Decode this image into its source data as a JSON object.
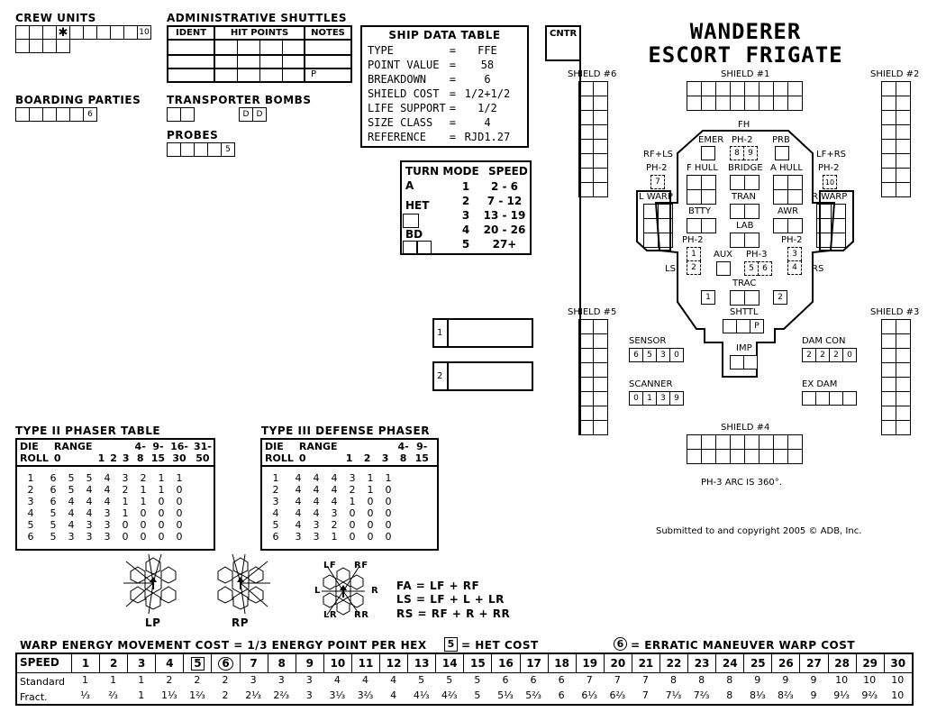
{
  "title": {
    "line1": "WANDERER",
    "line2": "ESCORT FRIGATE"
  },
  "crew_units": {
    "label": "CREW UNITS",
    "marked": "✱",
    "last": "10"
  },
  "boarding_parties": {
    "label": "BOARDING PARTIES",
    "last": "6"
  },
  "admin_shuttles": {
    "label": "ADMINISTRATIVE SHUTTLES",
    "cols": [
      "IDENT",
      "HIT POINTS",
      "NOTES"
    ],
    "note_mark": "P"
  },
  "transporter_bombs": {
    "label": "TRANSPORTER BOMBS",
    "mark1": "D",
    "mark2": "D"
  },
  "probes": {
    "label": "PROBES",
    "last": "5"
  },
  "ship_data": {
    "title": "SHIP DATA TABLE",
    "rows": [
      {
        "k": "TYPE",
        "v": "FFE"
      },
      {
        "k": "POINT VALUE",
        "v": "58"
      },
      {
        "k": "BREAKDOWN",
        "v": "6"
      },
      {
        "k": "SHIELD COST",
        "v": "1/2+1/2"
      },
      {
        "k": "LIFE SUPPORT",
        "v": "1/2"
      },
      {
        "k": "SIZE CLASS",
        "v": "4"
      },
      {
        "k": "REFERENCE",
        "v": "RJD1.27"
      }
    ]
  },
  "cntr_label": "CNTR",
  "turn_mode": {
    "h1": "TURN MODE",
    "h2": "SPEED",
    "modes": [
      "A",
      "HET",
      "BD"
    ],
    "rows": [
      [
        "1",
        "2 - 6"
      ],
      [
        "2",
        "7 - 12"
      ],
      [
        "3",
        "13 - 19"
      ],
      [
        "4",
        "20 - 26"
      ],
      [
        "5",
        "27+"
      ]
    ]
  },
  "shields": {
    "s1": "SHIELD #1",
    "s2": "SHIELD #2",
    "s3": "SHIELD #3",
    "s4": "SHIELD #4",
    "s5": "SHIELD #5",
    "s6": "SHIELD #6"
  },
  "ssd": {
    "fh": "FH",
    "emer": "EMER",
    "ph2": "PH-2",
    "prb": "PRB",
    "fhull": "F HULL",
    "bridge": "BRIDGE",
    "ahull": "A HULL",
    "rfls": "RF+LS",
    "lfrs": "LF+RS",
    "lwarp": "L WARP",
    "rwarp": "R WARP",
    "tran": "TRAN",
    "btty": "BTTY",
    "awr": "AWR",
    "lab": "LAB",
    "aux": "AUX",
    "ph3": "PH-3",
    "ls": "LS",
    "rs": "RS",
    "trac": "TRAC",
    "shttl": "SHTTL",
    "imp": "IMP",
    "n7": "7",
    "n8": "8",
    "n9": "9",
    "n10": "10",
    "n1": "1",
    "n2": "2",
    "n3": "3",
    "n4": "4",
    "n5": "5",
    "n6": "6",
    "t1": "1",
    "t2": "2",
    "sh_p": "P"
  },
  "drone_racks": [
    "1",
    "2"
  ],
  "sensor": {
    "label": "SENSOR",
    "values": [
      "6",
      "5",
      "3",
      "0"
    ]
  },
  "scanner": {
    "label": "SCANNER",
    "values": [
      "0",
      "1",
      "3",
      "9"
    ]
  },
  "damcon": {
    "label": "DAM CON",
    "values": [
      "2",
      "2",
      "2",
      "0"
    ]
  },
  "exdam": {
    "label": "EX DAM"
  },
  "ph3_note": "PH-3 ARC IS 360°.",
  "copyright": "Submitted to and copyright 2005 © ADB, Inc.",
  "phaser2": {
    "title": "TYPE II PHASER TABLE",
    "h1": [
      "DIE",
      "RANGE",
      "",
      "",
      "",
      "4-",
      "9-",
      "16-",
      "31-"
    ],
    "h2": [
      "ROLL",
      "0",
      "1",
      "2",
      "3",
      "8",
      "15",
      "30",
      "50"
    ],
    "rows": [
      [
        "1",
        "6",
        "5",
        "5",
        "4",
        "3",
        "2",
        "1",
        "1"
      ],
      [
        "2",
        "6",
        "5",
        "4",
        "4",
        "2",
        "1",
        "1",
        "0"
      ],
      [
        "3",
        "6",
        "4",
        "4",
        "4",
        "1",
        "1",
        "0",
        "0"
      ],
      [
        "4",
        "5",
        "4",
        "4",
        "3",
        "1",
        "0",
        "0",
        "0"
      ],
      [
        "5",
        "5",
        "4",
        "3",
        "3",
        "0",
        "0",
        "0",
        "0"
      ],
      [
        "6",
        "5",
        "3",
        "3",
        "3",
        "0",
        "0",
        "0",
        "0"
      ]
    ]
  },
  "phaser3": {
    "title": "TYPE III DEFENSE PHASER",
    "h1": [
      "DIE",
      "RANGE",
      "",
      "",
      "",
      "4-",
      "9-"
    ],
    "h2": [
      "ROLL",
      "0",
      "1",
      "2",
      "3",
      "8",
      "15"
    ],
    "rows": [
      [
        "1",
        "4",
        "4",
        "4",
        "3",
        "1",
        "1"
      ],
      [
        "2",
        "4",
        "4",
        "4",
        "2",
        "1",
        "0"
      ],
      [
        "3",
        "4",
        "4",
        "4",
        "1",
        "0",
        "0"
      ],
      [
        "4",
        "4",
        "4",
        "3",
        "0",
        "0",
        "0"
      ],
      [
        "5",
        "4",
        "3",
        "2",
        "0",
        "0",
        "0"
      ],
      [
        "6",
        "3",
        "3",
        "1",
        "0",
        "0",
        "0"
      ]
    ]
  },
  "arcs": {
    "lp": "LP",
    "rp": "RP",
    "lf": "LF",
    "rf": "RF",
    "l": "L",
    "r": "R",
    "lr": "LR",
    "rr": "RR",
    "eq1": "FA = LF + RF",
    "eq2": "LS = LF + L + LR",
    "eq3": "RS = RF + R + RR"
  },
  "warp": {
    "title": "WARP ENERGY MOVEMENT COST = 1/3 ENERGY POINT PER HEX",
    "het_num": "5",
    "het_text": "= HET COST",
    "em_num": "6",
    "em_text": "= ERRATIC MANEUVER WARP COST",
    "speed_label": "SPEED",
    "standard_label": "Standard",
    "fract_label": "Fract.",
    "speeds": [
      "1",
      "2",
      "3",
      "4",
      "5",
      "6",
      "7",
      "8",
      "9",
      "10",
      "11",
      "12",
      "13",
      "14",
      "15",
      "16",
      "17",
      "18",
      "19",
      "20",
      "21",
      "22",
      "23",
      "24",
      "25",
      "26",
      "27",
      "28",
      "29",
      "30"
    ],
    "standard": [
      "1",
      "1",
      "1",
      "2",
      "2",
      "2",
      "3",
      "3",
      "3",
      "4",
      "4",
      "4",
      "5",
      "5",
      "5",
      "6",
      "6",
      "6",
      "7",
      "7",
      "7",
      "8",
      "8",
      "8",
      "9",
      "9",
      "9",
      "10",
      "10",
      "10"
    ],
    "fract": [
      "⅓",
      "⅔",
      "1",
      "1⅓",
      "1⅔",
      "2",
      "2⅓",
      "2⅔",
      "3",
      "3⅓",
      "3⅔",
      "4",
      "4⅓",
      "4⅔",
      "5",
      "5⅓",
      "5⅔",
      "6",
      "6⅓",
      "6⅔",
      "7",
      "7⅓",
      "7⅔",
      "8",
      "8⅓",
      "8⅔",
      "9",
      "9⅓",
      "9⅔",
      "10"
    ]
  }
}
